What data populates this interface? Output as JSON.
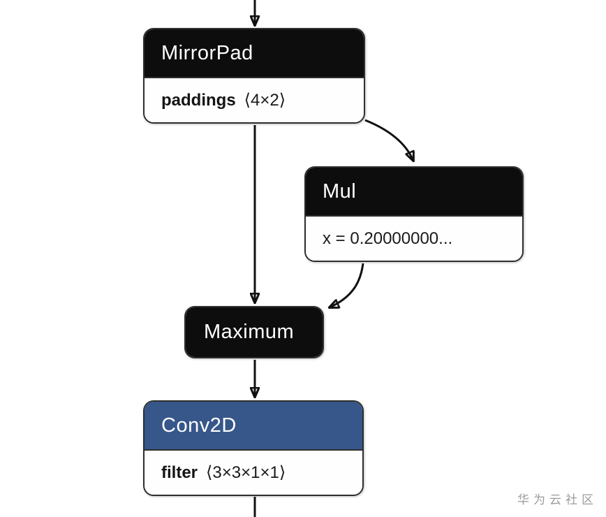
{
  "graph": {
    "nodes": [
      {
        "id": "mirrorpad",
        "type": "MirrorPad",
        "header_style": "dark",
        "attr_name": "paddings",
        "attr_value": "⟨4×2⟩"
      },
      {
        "id": "mul",
        "type": "Mul",
        "header_style": "dark",
        "attr_text": "x = 0.20000000..."
      },
      {
        "id": "maximum",
        "type": "Maximum",
        "header_style": "dark"
      },
      {
        "id": "conv2d",
        "type": "Conv2D",
        "header_style": "blue",
        "attr_name": "filter",
        "attr_value": "⟨3×3×1×1⟩"
      }
    ],
    "edges": [
      {
        "from": "input",
        "to": "mirrorpad"
      },
      {
        "from": "mirrorpad",
        "to": "maximum"
      },
      {
        "from": "mirrorpad",
        "to": "mul"
      },
      {
        "from": "mul",
        "to": "maximum"
      },
      {
        "from": "maximum",
        "to": "conv2d"
      },
      {
        "from": "conv2d",
        "to": "output"
      }
    ]
  },
  "watermark": "华为云社区",
  "colors": {
    "node_header_dark": "#0d0d0d",
    "node_header_blue": "#375689",
    "node_border": "#2e2e2e",
    "node_body_bg": "#fefefe",
    "edge": "#111111",
    "watermark_gray": "#9b9b9b"
  }
}
